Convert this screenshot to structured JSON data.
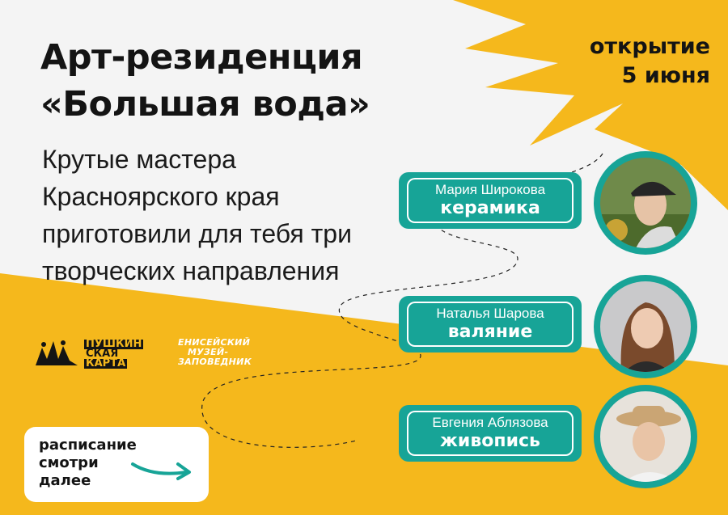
{
  "title": {
    "line1": "Арт-резиденция",
    "line2": "«Большая вода»"
  },
  "subtitle": "Крутые мастера Красноярского края приготовили для тебя три творческих направления",
  "opening": {
    "line1": "открытие",
    "line2": "5 июня"
  },
  "masters": [
    {
      "name": "Мария Широкова",
      "craft": "керамика"
    },
    {
      "name": "Наталья Шарова",
      "craft": "валяние"
    },
    {
      "name": "Евгения Аблязова",
      "craft": "живопись"
    }
  ],
  "schedule": {
    "line1": "расписание",
    "line2": "смотри",
    "line3": "далее"
  },
  "logos": {
    "pushkin": {
      "line1": "ПУШКИН",
      "line2": "СКАЯ",
      "line3": "КАРТА"
    },
    "museum": {
      "line1": "ЕНИСЕЙСКИЙ",
      "line2": "МУЗЕЙ-",
      "line3": "ЗАПОВЕДНИК"
    }
  },
  "colors": {
    "accent_yellow": "#f5b81c",
    "teal": "#17a497",
    "background": "#f4f4f4",
    "text": "#141414"
  }
}
